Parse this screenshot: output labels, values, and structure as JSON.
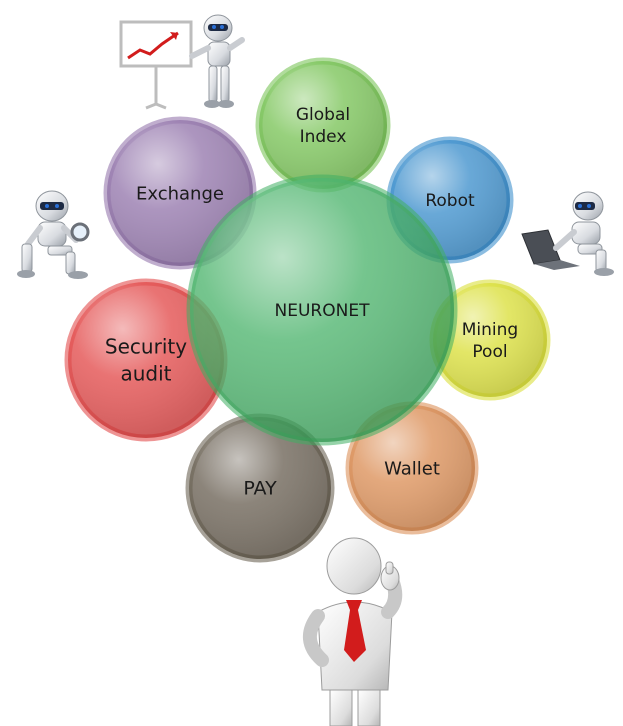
{
  "diagram": {
    "center": {
      "label": "NEURONET",
      "color": "#3fae62"
    },
    "nodes": [
      {
        "id": "global-index",
        "lines": [
          "Global",
          "Index"
        ],
        "color": "#6fbf4a"
      },
      {
        "id": "robot",
        "lines": [
          "Robot"
        ],
        "color": "#2e86c8"
      },
      {
        "id": "mining-pool",
        "lines": [
          "Mining",
          "Pool"
        ],
        "color": "#d7dc2a"
      },
      {
        "id": "wallet",
        "lines": [
          "Wallet"
        ],
        "color": "#d9874a"
      },
      {
        "id": "pay",
        "lines": [
          "PAY"
        ],
        "color": "#5f5546"
      },
      {
        "id": "security-audit",
        "lines": [
          "Security",
          "audit"
        ],
        "color": "#e03c3c"
      },
      {
        "id": "exchange",
        "lines": [
          "Exchange"
        ],
        "color": "#8c6ba5"
      }
    ]
  },
  "illustrations": {
    "robot_presenter": "robot-presenting-chart-icon",
    "robot_magnifier": "robot-magnifier-icon",
    "robot_laptop": "robot-laptop-icon",
    "businessman": "businessman-thumbs-up-icon"
  },
  "colors": {
    "tie": "#d21c1c",
    "chart_arrow": "#d21c1c",
    "robot_eye": "#2a6fd6"
  }
}
